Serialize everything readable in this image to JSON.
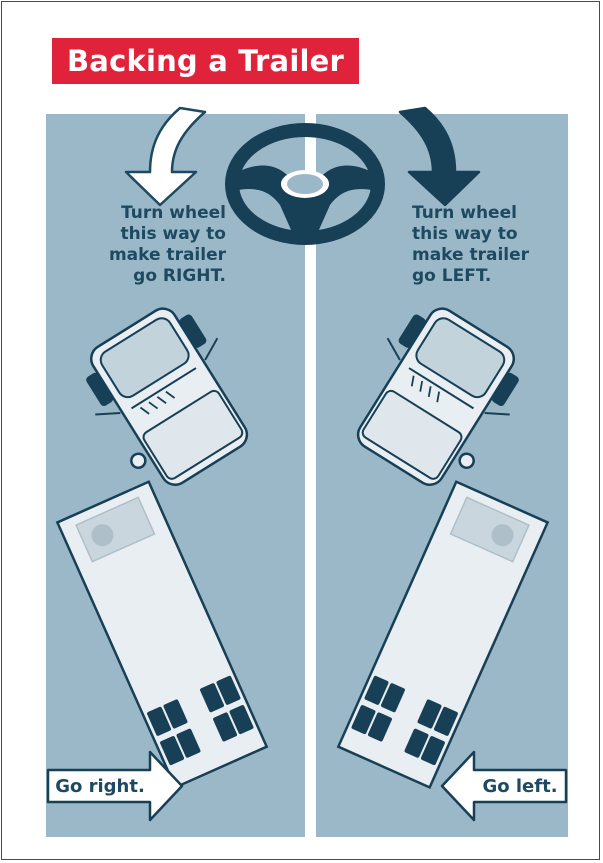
{
  "title": "Backing a Trailer",
  "left_instruction": [
    "Turn wheel",
    "this way to",
    "make trailer",
    "go RIGHT."
  ],
  "right_instruction": [
    "Turn wheel",
    "this way to",
    "make trailer",
    "go LEFT."
  ],
  "left_arrow_label": "Go right.",
  "right_arrow_label": "Go left.",
  "colors": {
    "title_bg": "#e0233a",
    "lane": "#9bb8c8",
    "dark": "#173f55",
    "text": "#1d4a60"
  }
}
